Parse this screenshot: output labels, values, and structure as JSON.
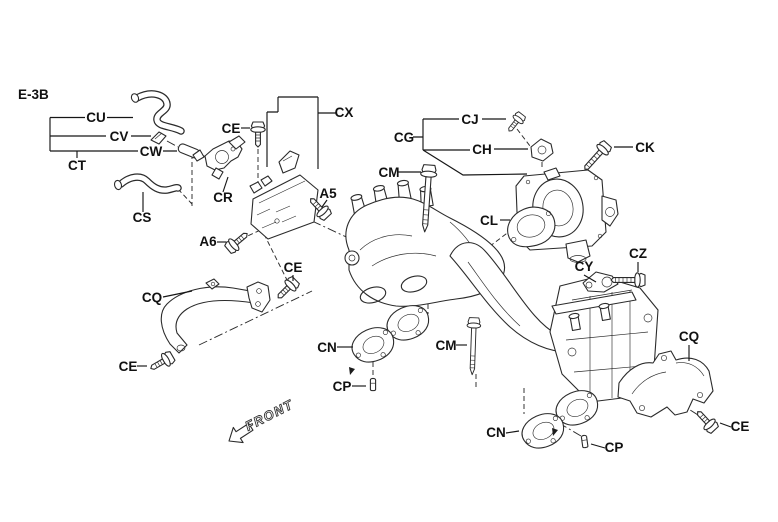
{
  "diagram": {
    "code": "E-3B",
    "front_indicator": "FRONT"
  },
  "labels": {
    "e3b": "E-3B",
    "cu": "CU",
    "cv": "CV",
    "cw": "CW",
    "ct": "CT",
    "cs": "CS",
    "cr": "CR",
    "ce1": "CE",
    "cx": "CX",
    "a5": "A5",
    "a6": "A6",
    "ce2": "CE",
    "cq1": "CQ",
    "ce3": "CE",
    "cn1": "CN",
    "cp1": "CP",
    "cm1": "CM",
    "cg": "CG",
    "cj": "CJ",
    "ch": "CH",
    "ck": "CK",
    "cl": "CL",
    "cy": "CY",
    "cz": "CZ",
    "cm2": "CM",
    "cn2": "CN",
    "cp2": "CP",
    "cq2": "CQ",
    "ce4": "CE",
    "front": "FRONT"
  },
  "colors": {
    "background": "#ffffff",
    "line_color": "#2b2b2b",
    "label_color": "#111111"
  }
}
